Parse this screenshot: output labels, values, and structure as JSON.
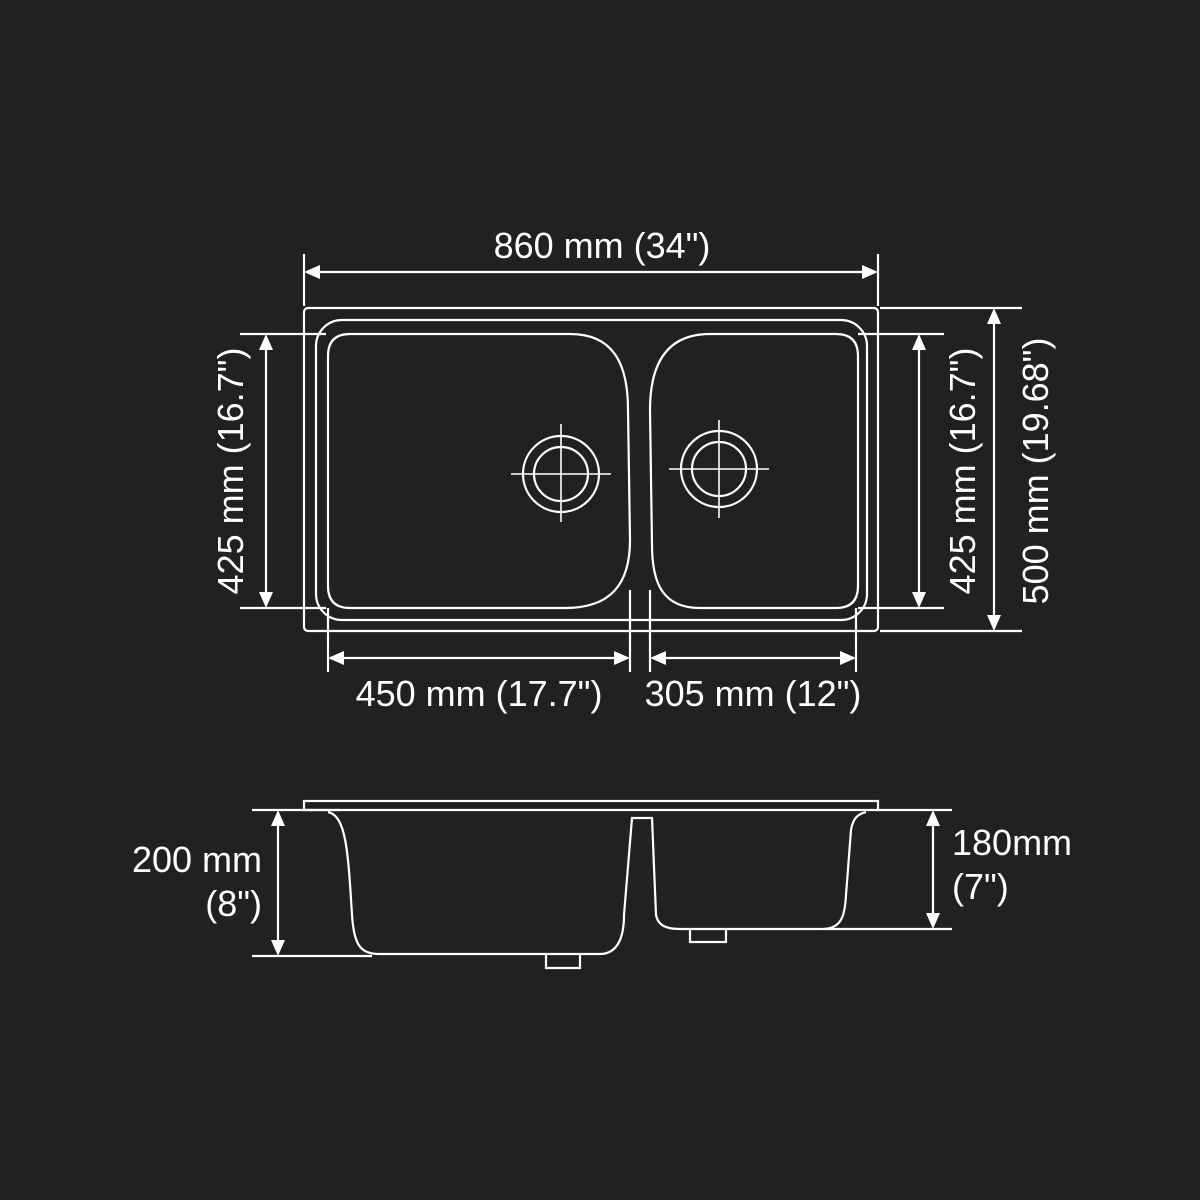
{
  "colors": {
    "background": "#212121",
    "line": "#ffffff"
  },
  "top_view": {
    "overall_width": "860 mm (34\")",
    "bowl_depth_left": "425 mm (16.7\")",
    "bowl_depth_right": "425 mm (16.7\")",
    "overall_depth": "500 mm (19.68\")",
    "left_bowl_width": "450 mm (17.7\")",
    "right_bowl_width": "305 mm (12\")"
  },
  "side_view": {
    "left_depth_mm": "200 mm",
    "left_depth_in": "(8\")",
    "right_depth_mm": "180mm",
    "right_depth_in": "(7\")"
  }
}
